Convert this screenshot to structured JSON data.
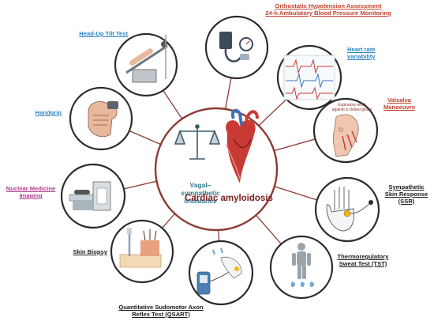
{
  "center": {
    "title": "Cardiac amyloidosis",
    "subtitle_line1": "Vagal–",
    "subtitle_line2": "sympathetic",
    "subtitle_line3": "imbalance",
    "icons": [
      "scale-icon",
      "heart-icon"
    ]
  },
  "labels": {
    "orthostatic_line1": "Orthostatic Hypotension Assessment",
    "orthostatic_line2": "24-h Ambulatory Blood Pressure Monitoring",
    "head_up_tilt": "Head-Up Tilt Test",
    "hrv_line1": "Heart rate",
    "hrv_line2": "variability",
    "handgrip": "Handgrip",
    "valsalva_line1": "Valsalva",
    "valsalva_line2": "Manoeuvre",
    "valsalva_note_line1": "Expiratory effort",
    "valsalva_note_line2": "against a closed glottis",
    "nuclear_line1": "Nuclear Medicine",
    "nuclear_line2": "Imaging",
    "ssr_line1": "Sympathetic",
    "ssr_line2": "Skin Response",
    "ssr_line3": "(SSR)",
    "skin_biopsy": "Skin Biopsy",
    "tst_line1": "Thermoregulatory",
    "tst_line2": "Sweat Test (TST)",
    "qsart_line1": "Quantitative Sudomotor Axon",
    "qsart_line2": "Reflex Test (QSART)"
  },
  "icons": [
    "tilt-table-icon",
    "blood-pressure-monitor-icon",
    "ecg-icon",
    "handgrip-icon",
    "valsalva-face-icon",
    "pet-scanner-icon",
    "hand-electrode-icon",
    "skin-biopsy-icon",
    "sweat-test-body-icon",
    "qsart-device-icon"
  ],
  "colors": {
    "circle_border": "#2b2b2b",
    "spoke": "#8d3a33",
    "center_ring": "#8d3a33",
    "label_red": "#c1432c",
    "label_blue": "#2b86c4",
    "label_purple": "#b1398f",
    "center_title": "#7a2320",
    "center_sub": "#2b7c8f"
  }
}
